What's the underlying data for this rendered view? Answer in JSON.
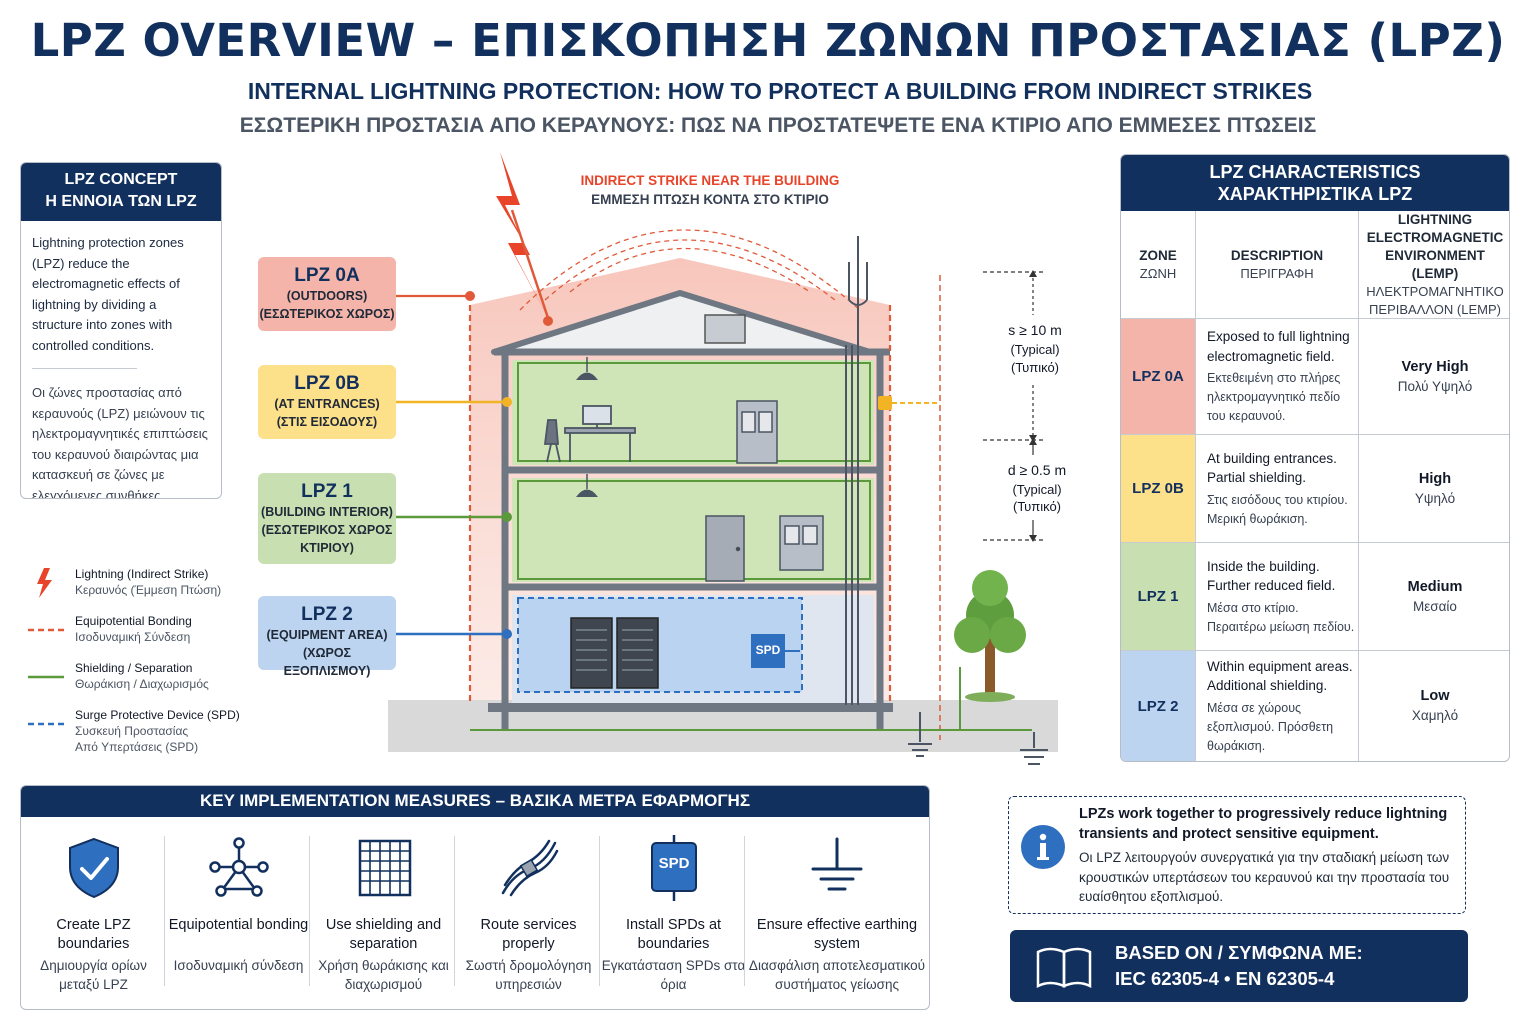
{
  "header": {
    "title": "LPZ OVERVIEW – ΕΠΙΣΚΟΠΗΣΗ ΖΩΝΩΝ ΠΡΟΣΤΑΣΙΑΣ (LPZ)",
    "subtitle_en": "INTERNAL LIGHTNING PROTECTION: HOW TO PROTECT A BUILDING FROM INDIRECT STRIKES",
    "subtitle_gr": "ΕΣΩΤΕΡΙΚΗ ΠΡΟΣΤΑΣΙΑ ΑΠΟ ΚΕΡΑΥΝΟΥΣ: ΠΩΣ ΝΑ ΠΡΟΣΤΑΤΕΨΕΤΕ ΕΝΑ ΚΤΙΡΙΟ ΑΠΟ ΕΜΜΕΣΕΣ ΠΤΩΣΕΙΣ"
  },
  "concept": {
    "title_en": "LPZ CONCEPT",
    "title_gr": "Η ΕΝΝΟΙΑ ΤΩΝ LPZ",
    "text_en": "Lightning protection zones (LPZ) reduce the electromagnetic effects of lightning by dividing a structure into zones with controlled conditions.",
    "text_gr": "Οι ζώνες προστασίας από κεραυνούς (LPZ) μειώνουν τις ηλεκτρομαγνητικές επιπτώσεις του κεραυνού διαιρώντας μια κατασκευή σε ζώνες με ελεγχόμενες συνθήκες."
  },
  "legend": [
    {
      "en": "Lightning (Indirect Strike)",
      "gr": "Κεραυνός (Έμμεση Πτώση)",
      "icon": "lightning-bolt-icon"
    },
    {
      "en": "Equipotential Bonding",
      "gr": "Ισοδυναμική Σύνδεση",
      "icon": "red-dashed-line"
    },
    {
      "en": "Shielding / Separation",
      "gr": "Θωράκιση / Διαχωρισμός",
      "icon": "green-solid-line"
    },
    {
      "en": "Surge Protective Device (SPD)",
      "gr": "Συσκευή Προστασίας Από Υπερτάσεις (SPD)",
      "icon": "blue-dashed-line"
    }
  ],
  "zones": [
    {
      "name": "LPZ 0A",
      "line1": "(OUTDOORS)",
      "line2": "(ΕΣΩΤΕΡΙΚΟΣ ΧΩΡΟΣ)",
      "line3": "",
      "color": "#f4b4aa",
      "line_color": "#e05a3a"
    },
    {
      "name": "LPZ 0B",
      "line1": "(AT ENTRANCES)",
      "line2": "(ΣΤΙΣ ΕΙΣΟΔΟΥΣ)",
      "line3": "",
      "color": "#fde08a",
      "line_color": "#f2b324"
    },
    {
      "name": "LPZ 1",
      "line1": "(BUILDING INTERIOR)",
      "line2": "(ΕΣΩΤΕΡΙΚΟΣ ΧΩΡΟΣ",
      "line3": "ΚΤΙΡΙΟΥ)",
      "color": "#c8e0b1",
      "line_color": "#5a9a3a"
    },
    {
      "name": "LPZ 2",
      "line1": "(EQUIPMENT AREA)",
      "line2": "(ΧΩΡΟΣ ΕΞΟΠΛΙΣΜΟΥ)",
      "line3": "",
      "color": "#bcd4f0",
      "line_color": "#2f6fc0"
    }
  ],
  "diagram": {
    "strike_en": "INDIRECT STRIKE NEAR THE BUILDING",
    "strike_gr": "ΕΜΜΕΣΗ ΠΤΩΣΗ ΚΟΝΤΑ ΣΤΟ ΚΤΙΡΙΟ",
    "dim1_value": "s ≥ 10 m",
    "dim1_typ_en": "(Typical)",
    "dim1_typ_gr": "(Τυπικό)",
    "dim2_value": "d ≥ 0.5 m",
    "dim2_typ_en": "(Typical)",
    "dim2_typ_gr": "(Τυπικό)",
    "spd_label": "SPD"
  },
  "characteristics": {
    "title_en": "LPZ CHARACTERISTICS",
    "title_gr": "ΧΑΡΑΚΤΗΡΙΣΤΙΚΑ LPZ",
    "columns": [
      {
        "en": "ZONE",
        "gr": "ΖΩΝΗ"
      },
      {
        "en": "DESCRIPTION",
        "gr": "ΠΕΡΙΓΡΑΦΗ"
      },
      {
        "en": "LIGHTNING ELECTROMAGNETIC ENVIRONMENT (LEMP)",
        "gr": "ΗΛΕΚΤΡΟΜΑΓΝΗΤΙΚΟ ΠΕΡΙΒΑΛΛΟΝ (LEMP)"
      }
    ],
    "rows": [
      {
        "zone": "LPZ 0A",
        "color": "#f4b4aa",
        "desc_en": "Exposed to full lightning electromagnetic field.",
        "desc_gr": "Εκτεθειμένη στο πλήρες ηλεκτρομαγνητικό πεδίο του κεραυνού.",
        "lemp_en": "Very High",
        "lemp_gr": "Πολύ Υψηλό"
      },
      {
        "zone": "LPZ 0B",
        "color": "#fde08a",
        "desc_en": "At building entrances. Partial shielding.",
        "desc_gr": "Στις εισόδους του κτιρίου. Μερική θωράκιση.",
        "lemp_en": "High",
        "lemp_gr": "Υψηλό"
      },
      {
        "zone": "LPZ 1",
        "color": "#c8e0b1",
        "desc_en": "Inside the building. Further reduced field.",
        "desc_gr": "Μέσα στο κτίριο. Περαιτέρω μείωση πεδίου.",
        "lemp_en": "Medium",
        "lemp_gr": "Μεσαίο"
      },
      {
        "zone": "LPZ 2",
        "color": "#bcd4f0",
        "desc_en": "Within equipment areas. Additional shielding.",
        "desc_gr": "Μέσα σε χώρους εξοπλισμού. Πρόσθετη θωράκιση.",
        "lemp_en": "Low",
        "lemp_gr": "Χαμηλό"
      }
    ]
  },
  "measures": {
    "title": "KEY IMPLEMENTATION MEASURES – ΒΑΣΙΚΑ ΜΕΤΡΑ ΕΦΑΡΜΟΓΗΣ",
    "items": [
      {
        "en": "Create LPZ boundaries",
        "gr": "Δημιουργία ορίων μεταξύ LPZ",
        "icon": "shield-check-icon"
      },
      {
        "en": "Equipotential bonding",
        "gr": "Ισοδυναμική σύνδεση",
        "icon": "network-nodes-icon"
      },
      {
        "en": "Use shielding and separation",
        "gr": "Χρήση θωράκισης και διαχωρισμού",
        "icon": "shield-grid-icon"
      },
      {
        "en": "Route services properly",
        "gr": "Σωστή δρομολόγηση υπηρεσιών",
        "icon": "cable-routing-icon"
      },
      {
        "en": "Install SPDs at boundaries",
        "gr": "Εγκατάσταση SPDs στα όρια",
        "icon": "spd-device-icon",
        "icon_label": "SPD"
      },
      {
        "en": "Ensure effective earthing system",
        "gr": "Διασφάλιση αποτελεσματικού συστήματος γείωσης",
        "icon": "earth-ground-icon"
      }
    ]
  },
  "info": {
    "en": "LPZs work together to progressively reduce lightning transients and protect sensitive equipment.",
    "gr": "Οι LPZ λειτουργούν συνεργατικά για την σταδιακή μείωση των κρουστικών υπερτάσεων του κεραυνού και την προστασία του ευαίσθητου εξοπλισμού."
  },
  "based_on": {
    "label": "BASED ON / ΣΥΜΦΩΝΑ ΜΕ:",
    "standards": "IEC 62305-4  •  EN 62305-4"
  },
  "colors": {
    "navy": "#12305e",
    "red": "#e05a3a",
    "yellow": "#f2b324",
    "green": "#5a9a3a",
    "blue": "#2f6fc0"
  }
}
